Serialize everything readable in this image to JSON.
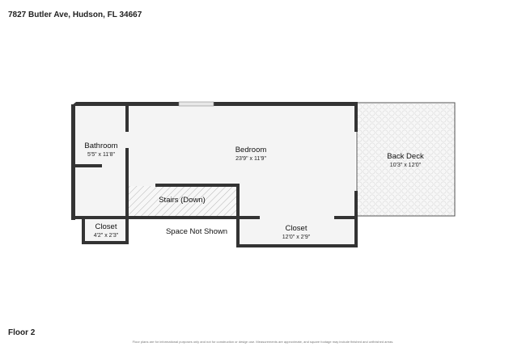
{
  "header": {
    "address": "7827 Butler Ave, Hudson, FL 34667"
  },
  "footer": {
    "floor": "Floor 2",
    "disclaimer": "Floor plans are for informational purposes only and not for construction or design use. Measurements are approximate, and square footage may include finished and unfinished areas."
  },
  "rooms": {
    "bathroom": {
      "name": "Bathroom",
      "dims": "5'5\" x 11'8\""
    },
    "bedroom": {
      "name": "Bedroom",
      "dims": "23'9\" x 11'9\""
    },
    "back_deck": {
      "name": "Back Deck",
      "dims": "10'3\" x 12'0\""
    },
    "stairs": {
      "name": "Stairs (Down)"
    },
    "closet_left": {
      "name": "Closet",
      "dims": "4'2\" x 2'3\""
    },
    "closet_right": {
      "name": "Closet",
      "dims": "12'0\" x 2'9\""
    },
    "space_not_shown": {
      "name": "Space Not Shown"
    }
  },
  "colors": {
    "wall": "#333333",
    "floor": "#f4f4f4",
    "deck": "#f6f6f6"
  }
}
